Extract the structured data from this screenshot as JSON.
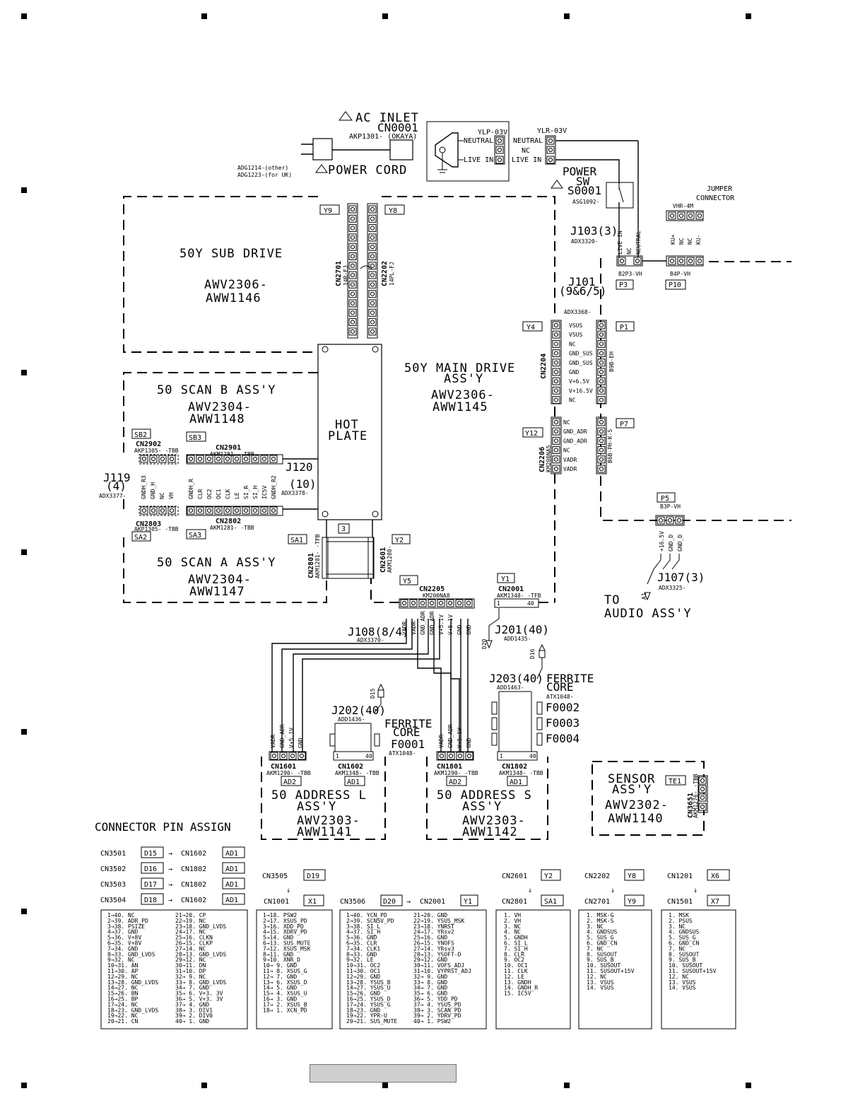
{
  "ac": {
    "inlet": "AC INLET",
    "inlet_cn": "CN0001",
    "inlet_part": "AKP1301- (OKAYA)",
    "cord": "POWER CORD",
    "cord_part1": "ADG1214-(other)",
    "cord_part2": "ADG1223-(for UK)",
    "ylp": "YLP-03V",
    "ylr": "YLR-03V",
    "neutral": "NEUTRAL",
    "nc": "NC",
    "live_in": "LIVE IN",
    "power_sw": [
      "POWER",
      "SW"
    ],
    "sw_ref": "S0001",
    "sw_part": "ASG1092-",
    "jumper": [
      "JUMPER",
      "CONNECTOR"
    ],
    "vhr": "VHR-4M"
  },
  "boards": {
    "sub": [
      "50Y SUB DRIVE",
      "AWV2306-",
      "AWW1146"
    ],
    "main": [
      "50Y MAIN DRIVE",
      "ASS'Y",
      "AWV2306-",
      "AWW1145"
    ],
    "scan_b": [
      "50 SCAN B ASS'Y",
      "AWV2304-",
      "AWW1148"
    ],
    "scan_a": [
      "50 SCAN A ASS'Y",
      "AWV2304-",
      "AWW1147"
    ],
    "hot": [
      "HOT",
      "PLATE"
    ],
    "addr_l": [
      "50 ADDRESS L",
      "ASS'Y",
      "AWV2303-",
      "AWW1141"
    ],
    "addr_s": [
      "50 ADDRESS S",
      "ASS'Y",
      "AWV2303-",
      "AWW1142"
    ],
    "sensor": [
      "SENSOR",
      "ASS'Y",
      "AWV2302-",
      "AWW1140"
    ],
    "audio": [
      "TO",
      "AUDIO ASS'Y"
    ]
  },
  "tags": {
    "Y9": "Y9",
    "Y8": "Y8",
    "Y4": "Y4",
    "P1": "P1",
    "Y12": "Y12",
    "P7": "P7",
    "P3": "P3",
    "P10": "P10",
    "P5": "P5",
    "SB2": "SB2",
    "SB3": "SB3",
    "SA2": "SA2",
    "SA3": "SA3",
    "SA1": "SA1",
    "Y2": "Y2",
    "Y5": "Y5",
    "Y1": "Y1",
    "n3": "3",
    "AD2a": "AD2",
    "AD1a": "AD1",
    "AD2b": "AD2",
    "AD1b": "AD1",
    "TE1": "TE1"
  },
  "connectors": {
    "cn2701": "CN2701",
    "cn2701p": "14R-FJ",
    "cn2202": "CN2202",
    "cn2202p": "14PL-FJ",
    "j103": "J103(3)",
    "j103p": "ADX3320-",
    "b2p3": "B2P3-VH",
    "b4p": "B4P-VH",
    "j101": "J101",
    "j101b": "(9&6/5)",
    "j101p": "ADX3368-",
    "cn2204": "CN2204",
    "b9b": "B9B-EH",
    "cn2206": "CN2206",
    "km200": "KM200NA5",
    "b6b": "B6B-PH-K-S",
    "cn2902": "CN2902",
    "cn2902p": "AKP1305- -TBB",
    "cn2901": "CN2901",
    "cn2901p": "AKM1281- -TBB",
    "j119": "J119",
    "j119b": "(4)",
    "j119p": "ADX3377-",
    "j120": "J120",
    "j120b": "(10)",
    "j120p": "ADX3378-",
    "cn2803": "CN2803",
    "cn2803p": "AKP1305- -TBB",
    "cn2802": "CN2802",
    "cn2802p": "AKM1281- -TBB",
    "cn2801": "CN2801",
    "cn2801p": "AKM1281- -TFB",
    "cn2601": "CN2601",
    "cn2601p": "AKM1280-",
    "cn2205": "CN2205",
    "cn2205p": "KM200NA8",
    "cn2001": "CN2001",
    "cn2001p": "AKM1348- -TFB",
    "b3p": "B3P-VH",
    "j107": "J107(3)",
    "j107p": "ADX3325-",
    "a1": "A1",
    "j108": "J108(8/4)",
    "j108p": "ADX3370-",
    "j201": "J201(40)",
    "j201p": "ADD1435-",
    "d20": "D20",
    "j203": "J203(40)",
    "j203p": "ADD1463-",
    "d16": "D16",
    "d15": "D15",
    "ferrite": "FERRITE",
    "core": "CORE",
    "atx": "ATX1048-",
    "f0002": "F0002",
    "f0003": "F0003",
    "f0004": "F0004",
    "j202": "J202(40)",
    "j202p": "ADD1436-",
    "f0001": "F0001",
    "cn1601": "CN1601",
    "cn1601p": "AKM1290- -TBB",
    "cn1602": "CN1602",
    "cn1602p": "AKM1348- -TBB",
    "cn1801": "CN1801",
    "cn1801p": "AKM1290- -TBB",
    "cn1802": "CN1802",
    "cn1802p": "AKM1348- -TBB",
    "cn3651": "CN3651",
    "cn3651p": "AKM1276- -TBB",
    "one": "1",
    "forty": "40"
  },
  "pins": {
    "j103": [
      "LIVE IN",
      "NC",
      "NEUTRAL"
    ],
    "p10": [
      "KU+",
      "NC",
      "NC",
      "KU-"
    ],
    "cn2204": [
      "VSUS",
      "VSUS",
      "NC",
      "GND_SUS",
      "GND_SUS",
      "GND",
      "V+6.5V",
      "V+16.5V",
      "NC"
    ],
    "cn2206": [
      "NC",
      "GND_ADR",
      "GND_ADR",
      "NC",
      "VADR",
      "VADR"
    ],
    "j119": [
      "GNDH_R3",
      "GND_H",
      "NC",
      "VH"
    ],
    "j120": [
      "GNDH_R",
      "CLR",
      "OC2",
      "OC1",
      "CLK",
      "LE",
      "SI_R",
      "SI_H",
      "IC5V",
      "GNDH_R2"
    ],
    "p5": [
      "+16.5V",
      "GND_D",
      "GND_D"
    ],
    "cn2205": [
      "VADR",
      "VADR",
      "GND_ADR",
      "GND_ADR",
      "V+5.1V",
      "V+5.1V",
      "GND",
      "GND"
    ],
    "cn1601": [
      "VADR",
      "GND_ADR",
      "V+5.1V",
      "GND"
    ],
    "cn1801": [
      "VADR",
      "GND_ADR",
      "V+5.1V",
      "GND"
    ]
  },
  "assign": {
    "title": "CONNECTOR PIN ASSIGN",
    "map": [
      {
        "a": "CN3501",
        "b": "D15",
        "c": "CN1602",
        "d": "AD1"
      },
      {
        "a": "CN3502",
        "b": "D16",
        "c": "CN1802",
        "d": "AD1"
      },
      {
        "a": "CN3503",
        "b": "D17",
        "c": "CN1802",
        "d": "AD1"
      },
      {
        "a": "CN3504",
        "b": "D18",
        "c": "CN1602",
        "d": "AD1"
      }
    ],
    "h2a": "CN3505",
    "h2b": "D19",
    "h2c": "CN1001",
    "h2d": "X1",
    "h3a": "CN3506",
    "h3b": "D20",
    "h3c": "CN2001",
    "h3d": "Y1",
    "h4a": "CN2601",
    "h4b": "Y2",
    "h4c": "CN2801",
    "h4d": "SA1",
    "h5a": "CN2202",
    "h5b": "Y8",
    "h5c": "CN2701",
    "h5d": "Y9",
    "h6a": "CN1201",
    "h6b": "X6",
    "h6c": "CN1501",
    "h6d": "X7",
    "arrow": "→",
    "down": "↓",
    "t1": [
      "1→40. NC",
      "2→39. ADR_PD",
      "3→38. PSIZE",
      "4→37. GND",
      "5→36. V+8V",
      "6→35. V+8V",
      "7→34. GND",
      "8→33. GND_LVDS",
      "9→32. NC",
      "10→31. AN",
      "11→30. AP",
      "12→29. NC",
      "13→28. GND_LVDS",
      "14→27. NC",
      "15→26. BN",
      "16→25. BP",
      "17→24. NC",
      "18→23. GND_LVDS",
      "19→22. NC",
      "20→21. CN"
    ],
    "t1b": [
      "21→20. CP",
      "22→19. NC",
      "23→18. GND_LVDS",
      "24→17. NC",
      "25→16. CLKN",
      "26→15. CLKP",
      "27→14. NC",
      "28→13. GND_LVDS",
      "29→12. NC",
      "30→11. DN",
      "31→10. DP",
      "32→ 9. NC",
      "33→ 8. GND_LVDS",
      "34→ 7. GND",
      "35→ 6. V+3. 3V",
      "36→ 5. V+3. 3V",
      "37→ 4. GND",
      "38→ 3. DIV1",
      "39→ 2. DIV0",
      "40→ 1. GND"
    ],
    "t2": [
      "1→18. PSW2",
      "2→17. XSUS_PD",
      "3→16. XDD_PD",
      "4→15. XDRV_PD",
      "5→14. GND",
      "6→13. SUS_MUTE",
      "7→12. XSUS_MSK",
      "8→11. GND",
      "9→10. XNR_D",
      "10→ 9. GND",
      "11→ 8. XSUS_G",
      "12→ 7. GND",
      "13→ 6. XSUS_D",
      "14→ 5. GND",
      "15→ 4. XSUS_U",
      "16→ 3. GND",
      "17→ 2. XSUS_B",
      "18→ 1. XCN_PD"
    ],
    "t3": [
      "1→40. YCN_PD",
      "2→39. SCN5V_PD",
      "3→38. SI_L",
      "4→37. SI_H",
      "5→36. GND",
      "6→35. CLR",
      "7→34. CLK1",
      "8→33. GND",
      "9→32. LE",
      "10→31. OC2",
      "11→30. OC1",
      "12→29. GND",
      "13→28. YSUS_B",
      "14→27. YSUS_U",
      "15→26. GND",
      "16→25. YSUS_D",
      "17→24. YSUS_G",
      "18→23. GND",
      "19→22. YPR-U",
      "20→21. SUS_MUTE"
    ],
    "t3b": [
      "21→20. GND",
      "22→19. YSUS_MSK",
      "23→18. YNRST",
      "24→17. YRsv2",
      "25→16. GND",
      "26→15. YNOFS",
      "27→14. YRsv3",
      "28→13. YSOFT-D",
      "29→12. GND",
      "30→11. VOFS_ADJ",
      "31→10. VYPRST_ADJ",
      "32→ 9. GND",
      "33→ 8. GND",
      "34→ 7. GND",
      "35→ 6. GND",
      "36→ 5. YDD_PD",
      "37→ 4. YSUS_PD",
      "38→ 3. SCAN_PD",
      "39→ 2. YDRV_PD",
      "40→ 1. PSW2"
    ],
    "t4": [
      "1. VH",
      "2. VH",
      "3. NC",
      "4. NC",
      "5. GNDH",
      "6. SI_L",
      "7. SI_H",
      "8. CLR",
      "9. OC2",
      "10. OC1",
      "11. CLK",
      "12. LE",
      "13. GNDH",
      "14. GNDH_R",
      "15. IC5V"
    ],
    "t5": [
      "1. MSK-G",
      "2. MSK-S",
      "3. NC",
      "4. GNDSUS",
      "5. SUS_G",
      "6. GND_CN",
      "7. NC",
      "8. SUSOUT",
      "9. SUS_B",
      "10. SUSOUT",
      "11. SUSOUT+15V",
      "12. NC",
      "13. VSUS",
      "14. VSUS"
    ],
    "t6": [
      "1. MSK",
      "2. PSUS",
      "3. NC",
      "4. GNDSUS",
      "5. SUS_G",
      "6. GND_CN",
      "7. NC",
      "8. SUSOUT",
      "9. SUS_B",
      "10. SUSOUT",
      "11. SUSOUT+15V",
      "12. NC",
      "13. VSUS",
      "14. VSUS"
    ]
  }
}
